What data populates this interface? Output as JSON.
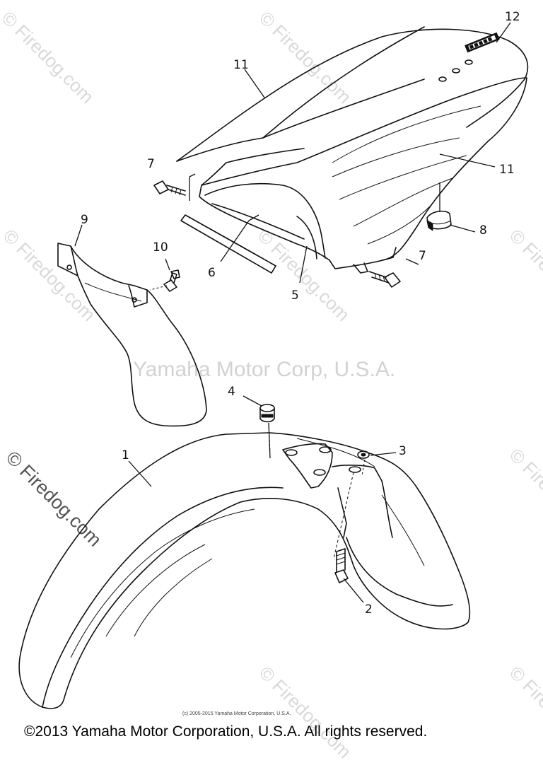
{
  "watermarks": {
    "corner_text": "© Firedog.com",
    "side_text": "© Firedog.com",
    "center_text": "Yamaha Motor Corp, U.S.A."
  },
  "callouts": [
    {
      "id": "1",
      "label": "1"
    },
    {
      "id": "2",
      "label": "2"
    },
    {
      "id": "3",
      "label": "3"
    },
    {
      "id": "4",
      "label": "4"
    },
    {
      "id": "5",
      "label": "5"
    },
    {
      "id": "6",
      "label": "6"
    },
    {
      "id": "7a",
      "label": "7"
    },
    {
      "id": "7b",
      "label": "7"
    },
    {
      "id": "8",
      "label": "8"
    },
    {
      "id": "9",
      "label": "9"
    },
    {
      "id": "10",
      "label": "10"
    },
    {
      "id": "11a",
      "label": "11"
    },
    {
      "id": "11b",
      "label": "11"
    },
    {
      "id": "12",
      "label": "12"
    }
  ],
  "credits": {
    "small": "(c) 2005-2015 Yamaha Motor Corporation, U.S.A.",
    "footer": "©2013 Yamaha Motor Corporation, U.S.A. All rights reserved."
  }
}
